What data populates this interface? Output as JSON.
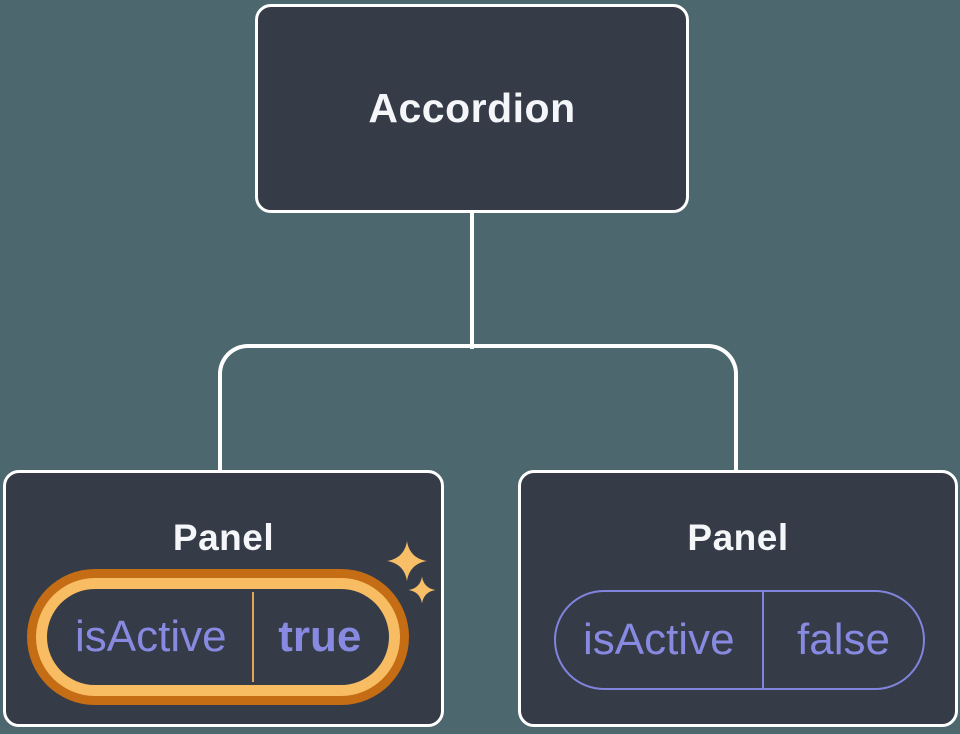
{
  "diagram": {
    "root": {
      "label": "Accordion"
    },
    "panels": [
      {
        "label": "Panel",
        "prop": "isActive",
        "value": "true",
        "highlighted": true
      },
      {
        "label": "Panel",
        "prop": "isActive",
        "value": "false",
        "highlighted": false
      }
    ]
  },
  "palette": {
    "background": "#4c676e",
    "node_fill": "#353b47",
    "node_border": "#ffffff",
    "connector": "#ffffff",
    "title_text": "#f4f6f9",
    "prop_text": "#878ae0",
    "pill_border": "#8184dd",
    "ring_inner": "#f8bc62",
    "ring_outer": "#c46d15",
    "divider_gold": "#e2a457",
    "sparkle": "#f8bf68"
  }
}
